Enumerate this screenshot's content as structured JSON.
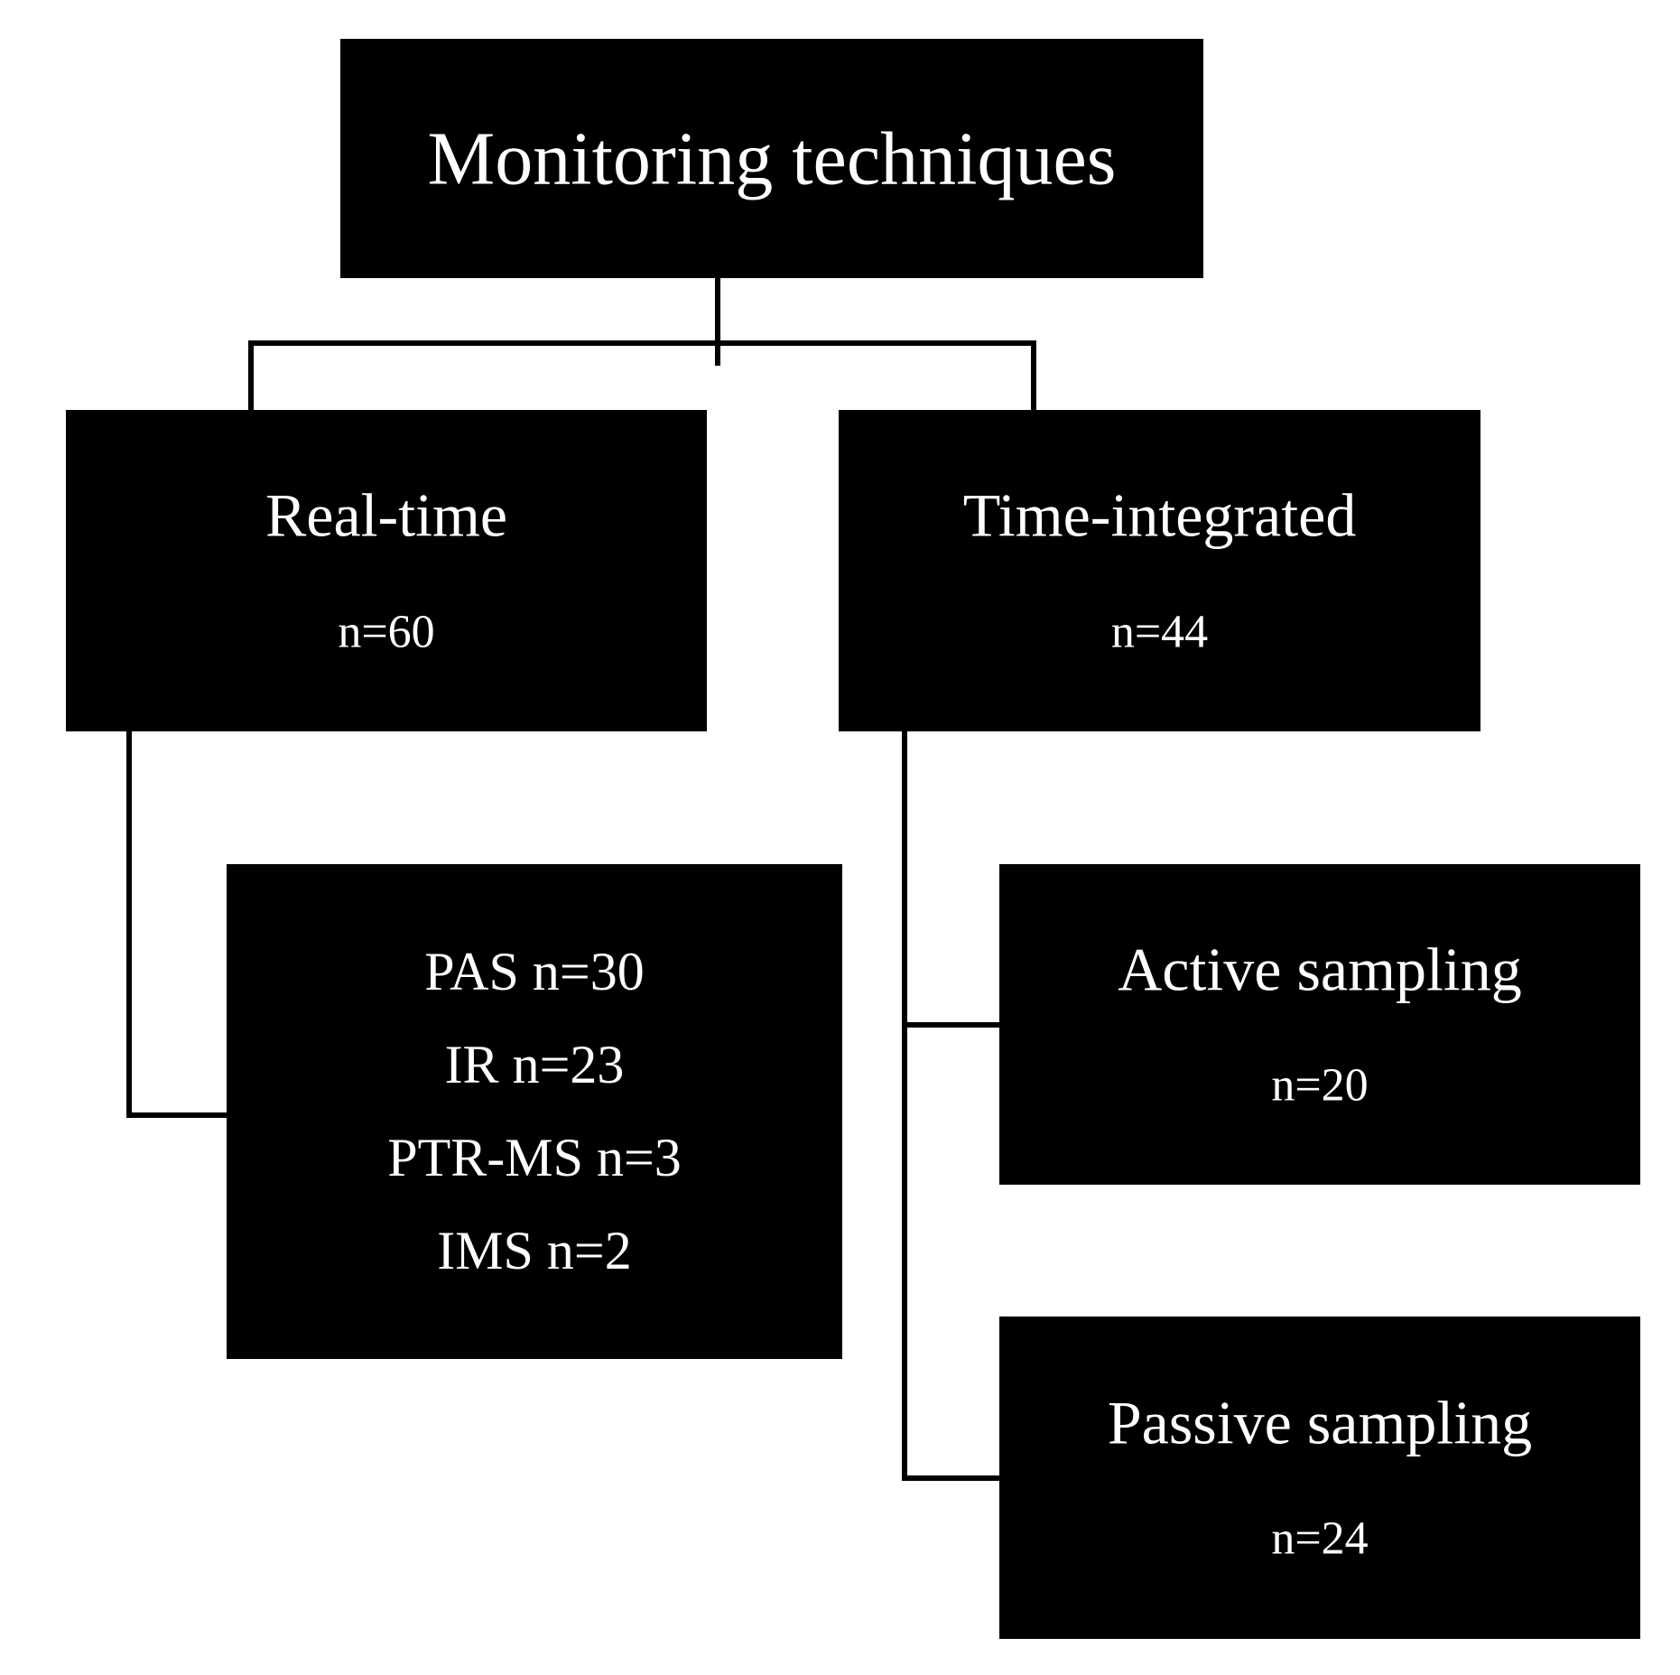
{
  "diagram": {
    "title": "Monitoring techniques",
    "nodes": {
      "root": {
        "label": "Monitoring techniques"
      },
      "real_time": {
        "label": "Real-time",
        "count": "n=60"
      },
      "time_integrated": {
        "label": "Time-integrated",
        "count": "n=44"
      },
      "real_time_methods": {
        "lines": [
          "PAS n=30",
          "IR n=23",
          "PTR-MS n=3",
          "IMS n=2"
        ]
      },
      "active_sampling": {
        "label": "Active sampling",
        "count": "n=20"
      },
      "passive_sampling": {
        "label": "Passive sampling",
        "count": "n=24"
      }
    },
    "colors": {
      "box_fill": "#000000",
      "box_text": "#ffffff",
      "connector": "#000000",
      "background": "#ffffff"
    }
  }
}
